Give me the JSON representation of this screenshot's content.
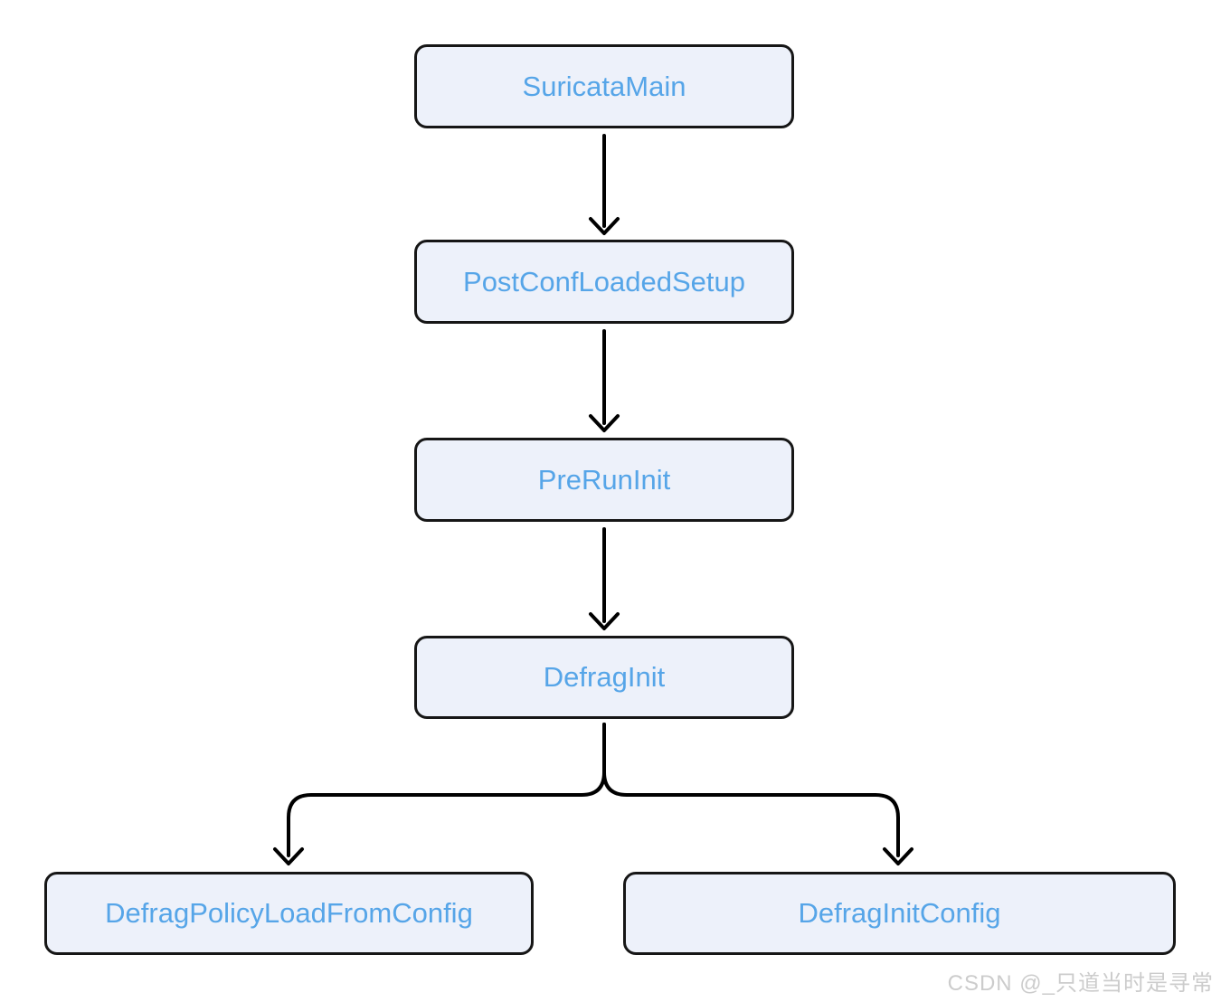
{
  "diagram": {
    "type": "flowchart",
    "nodes": [
      {
        "id": "suricata-main",
        "label": "SuricataMain"
      },
      {
        "id": "post-conf-loaded-setup",
        "label": "PostConfLoadedSetup"
      },
      {
        "id": "pre-run-init",
        "label": "PreRunInit"
      },
      {
        "id": "defrag-init",
        "label": "DefragInit"
      },
      {
        "id": "defrag-policy-load-from-config",
        "label": "DefragPolicyLoadFromConfig"
      },
      {
        "id": "defrag-init-config",
        "label": "DefragInitConfig"
      }
    ],
    "edges": [
      {
        "from": "SuricataMain",
        "to": "PostConfLoadedSetup"
      },
      {
        "from": "PostConfLoadedSetup",
        "to": "PreRunInit"
      },
      {
        "from": "PreRunInit",
        "to": "DefragInit"
      },
      {
        "from": "DefragInit",
        "to": "DefragPolicyLoadFromConfig"
      },
      {
        "from": "DefragInit",
        "to": "DefragInitConfig"
      }
    ],
    "colors": {
      "node_fill": "#edf1fa",
      "node_border": "#161616",
      "node_text": "#56a5e8",
      "edge_stroke": "#000000",
      "watermark_text": "#cccccc"
    }
  },
  "watermark": {
    "text": "CSDN @_只道当时是寻常"
  }
}
